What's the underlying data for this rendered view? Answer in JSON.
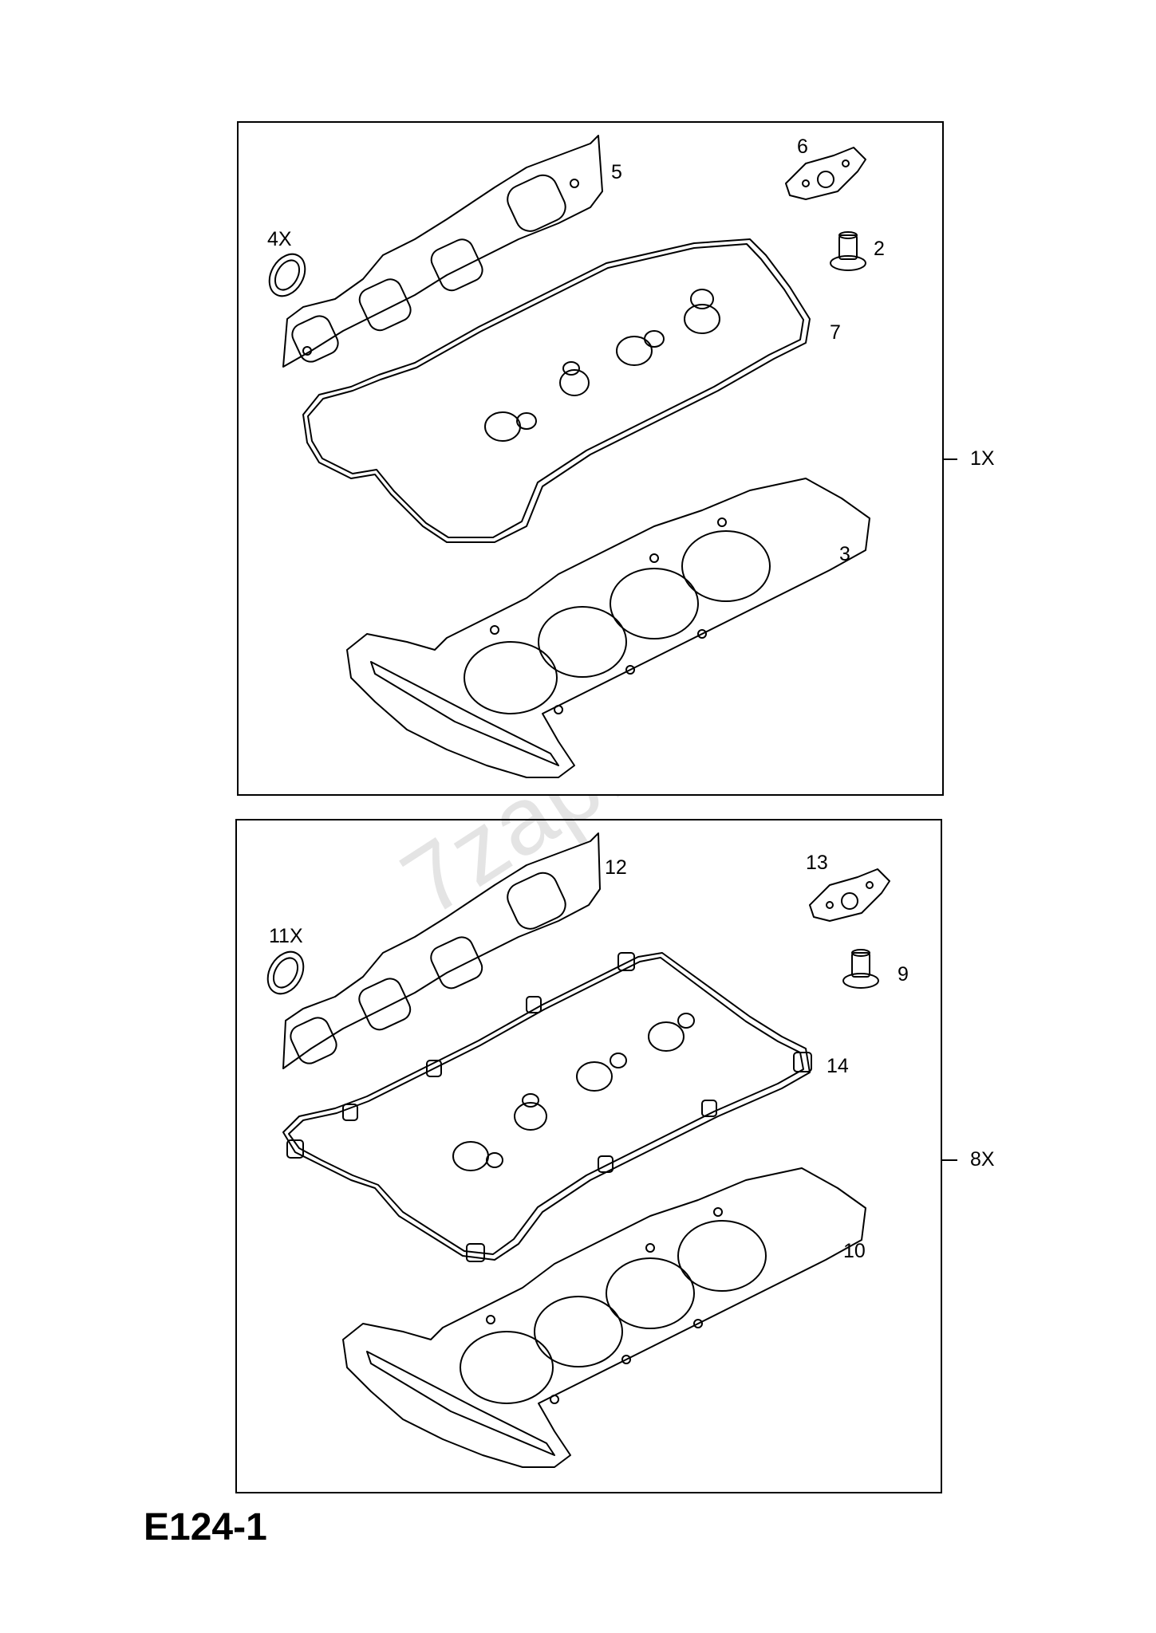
{
  "diagram_code": "E124-1",
  "watermark": "7zap.com",
  "top_set": {
    "quantity": "1X",
    "callouts": {
      "manifold_ring": "4X",
      "manifold_gasket": "5",
      "plate": "6",
      "plug": "2",
      "cover_gasket": "7",
      "head_gasket": "3"
    }
  },
  "bottom_set": {
    "quantity": "8X",
    "callouts": {
      "manifold_ring": "11X",
      "manifold_gasket": "12",
      "plate": "13",
      "plug": "9",
      "cover_gasket": "14",
      "head_gasket": "10"
    }
  }
}
